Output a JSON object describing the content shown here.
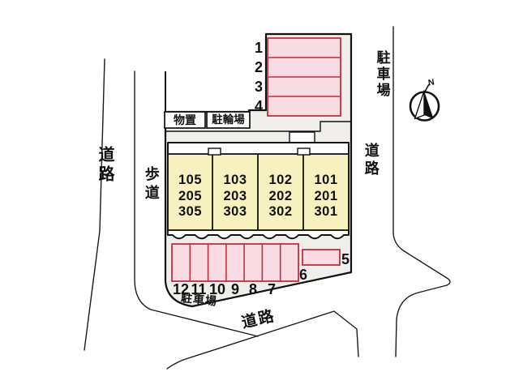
{
  "plan": {
    "labels": {
      "road_left": "道路",
      "sidewalk": "歩道",
      "road_right": "道路",
      "road_bottom": "道路",
      "parking_top": "駐車場",
      "parking_bottom": "駐車場",
      "storage": "物置",
      "bicycle_parking": "駐輪場",
      "north": "N"
    },
    "top_spaces": [
      "1",
      "2",
      "3",
      "4"
    ],
    "bottom_spaces": [
      "12",
      "11",
      "10",
      "9",
      "8",
      "7"
    ],
    "space_six": "6",
    "space_five": "5",
    "units": [
      [
        "105",
        "205",
        "305"
      ],
      [
        "103",
        "203",
        "303"
      ],
      [
        "102",
        "202",
        "302"
      ],
      [
        "101",
        "201",
        "301"
      ]
    ],
    "colors": {
      "stall_fill": "#f9dbe3",
      "stall_border": "#c5303c",
      "unit_fill": "#f7f0bf",
      "site_fill": "#efeeea",
      "line": "#111111",
      "background": "#ffffff"
    }
  }
}
